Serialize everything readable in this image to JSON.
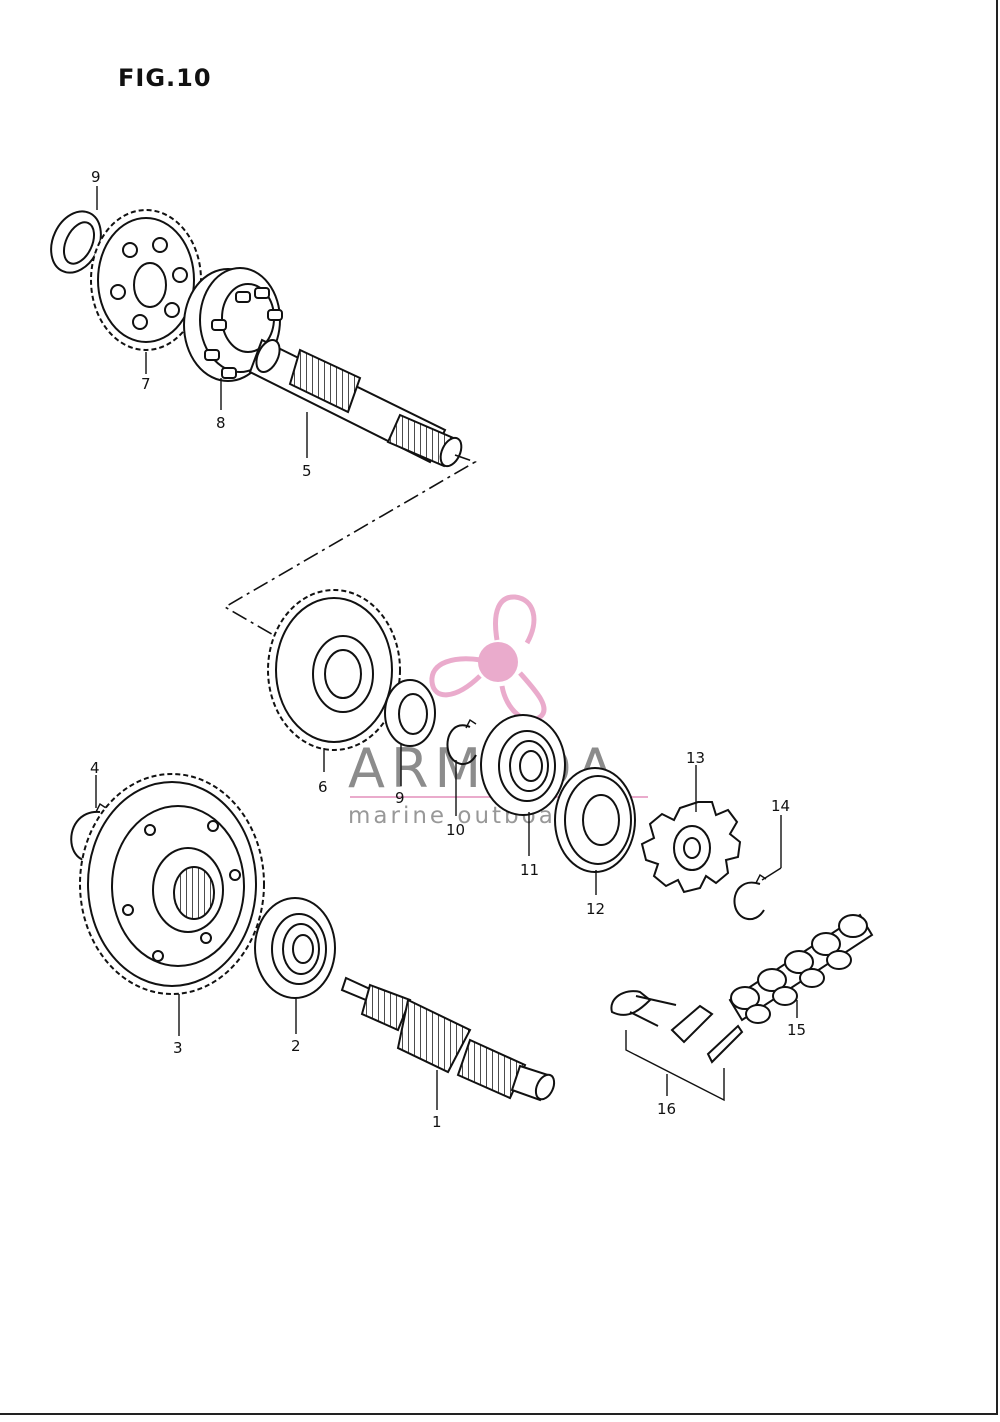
{
  "figure": {
    "title": "FIG.10"
  },
  "watermark": {
    "brand": "ARMADA",
    "tagline": "marine outboards",
    "color_pink": "#e8a3c7",
    "color_gray": "#6a6a6a"
  },
  "callouts": [
    {
      "id": "c9a",
      "label": "9"
    },
    {
      "id": "c7",
      "label": "7"
    },
    {
      "id": "c8",
      "label": "8"
    },
    {
      "id": "c5",
      "label": "5"
    },
    {
      "id": "c6",
      "label": "6"
    },
    {
      "id": "c9b",
      "label": "9"
    },
    {
      "id": "c10",
      "label": "10"
    },
    {
      "id": "c11",
      "label": "11"
    },
    {
      "id": "c12",
      "label": "12"
    },
    {
      "id": "c13",
      "label": "13"
    },
    {
      "id": "c14",
      "label": "14"
    },
    {
      "id": "c4",
      "label": "4"
    },
    {
      "id": "c3",
      "label": "3"
    },
    {
      "id": "c2",
      "label": "2"
    },
    {
      "id": "c1",
      "label": "1"
    },
    {
      "id": "c15",
      "label": "15"
    },
    {
      "id": "c16",
      "label": "16"
    }
  ]
}
